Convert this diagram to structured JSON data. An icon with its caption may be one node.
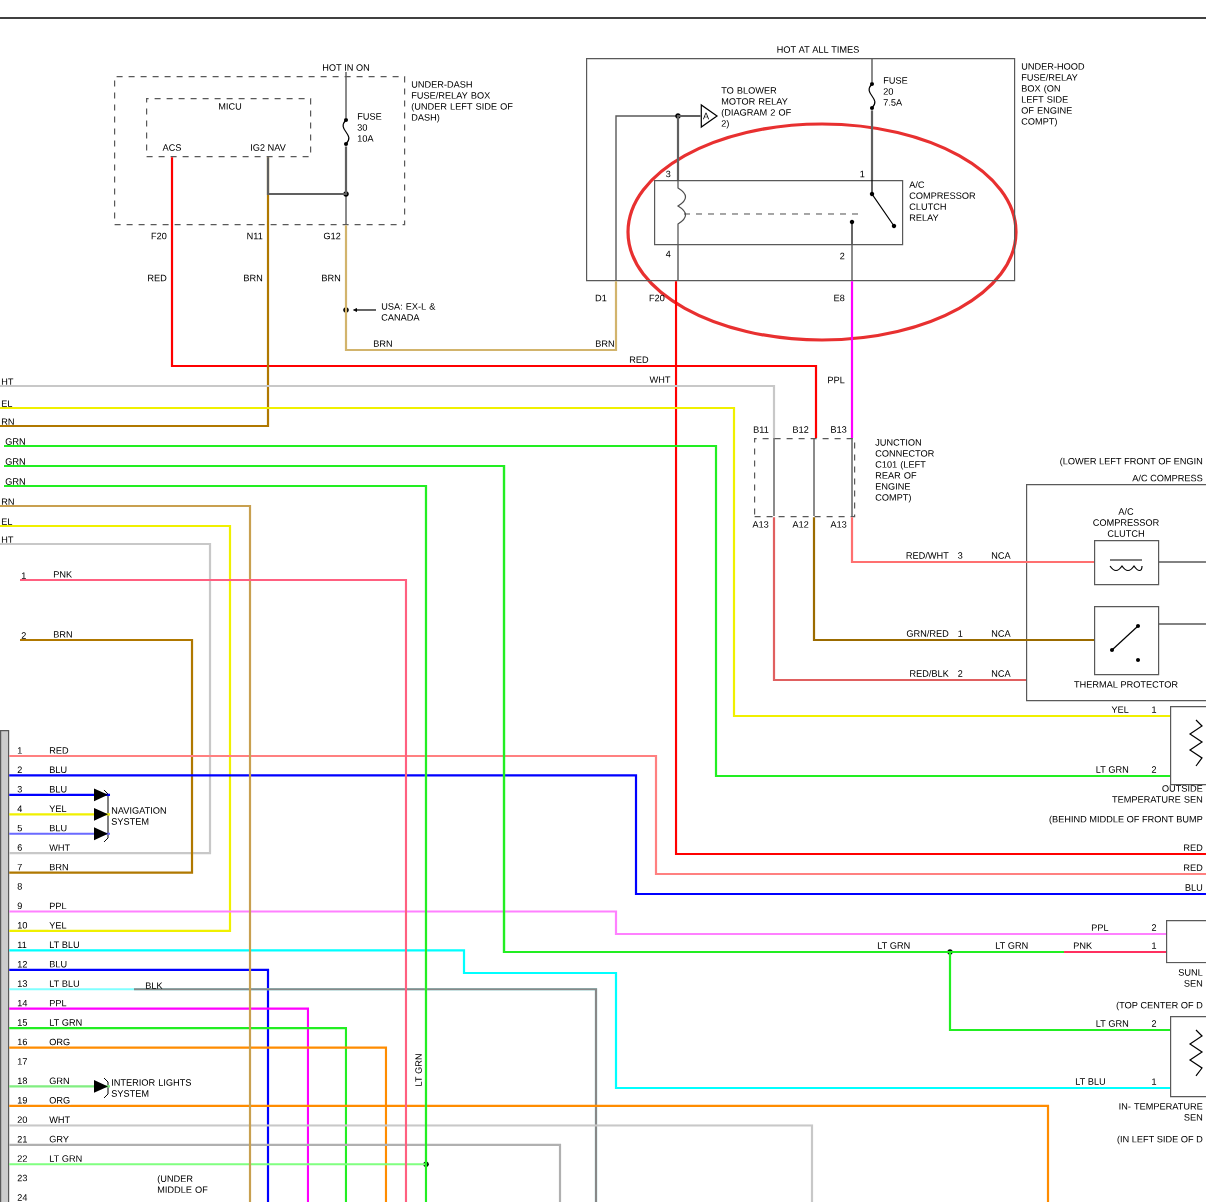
{
  "diagram": {
    "nodes": [
      {
        "text": [
          "UNDER-DASH FUSE/RELAY BOX (UNDER LEFT SIDE OF DASH)"
        ]
      },
      {
        "text": [
          "MICU"
        ],
        "in": 0
      },
      {
        "text": [
          "FUSE 30 10A"
        ],
        "in": 0
      },
      {
        "text": [
          "UNDER-HOOD FUSE/RELAY BOX (ON LEFT SIDE OF ENGINE COMPT)"
        ]
      },
      {
        "text": [
          "FUSE 20 7.5A"
        ],
        "in": 3
      },
      {
        "text": [
          "A/C COMPRESSOR CLUTCH RELAY"
        ],
        "beside": [
          "3",
          "1",
          "4",
          "2"
        ],
        "in": 3
      },
      {
        "text": [
          "A"
        ],
        "beside": [
          "TO BLOWER MOTOR RELAY (DIAGRAM 2 OF 2)"
        ],
        "in": 3
      },
      {
        "text": [
          "JUNCTION CONNECTOR C101 (LEFT REAR OF ENGINE COMPT)"
        ]
      },
      {
        "text": [
          "(LOWER LEFT FRONT OF ENGIN",
          "A/C COMPRESS"
        ]
      },
      {
        "text": [
          "A/C COMPRESSOR CLUTCH"
        ],
        "in": 8
      },
      {
        "text": [
          "THERMAL PROTECTOR"
        ],
        "in": 8
      },
      {
        "text": [
          "OUTSIDE TEMPERATURE SEN",
          "(BEHIND MIDDLE OF FRONT BUMP"
        ]
      },
      {
        "text": [
          "SUNL SEN",
          "(TOP CENTER OF D"
        ]
      },
      {
        "text": [
          "IN- TEMPERATURE SEN",
          "(IN LEFT SIDE OF D"
        ]
      },
      {
        "text": [
          "NAVIGATION SYSTEM"
        ]
      },
      {
        "text": [
          "INTERIOR LIGHTS SYSTEM"
        ]
      },
      {
        "text": [],
        "shape": "bar"
      },
      {
        "text": [
          "HT"
        ]
      },
      {
        "text": [
          "EL"
        ]
      },
      {
        "text": [
          "RN"
        ]
      },
      {
        "text": [
          "GRN"
        ]
      },
      {
        "text": [
          "GRN"
        ]
      },
      {
        "text": [
          "GRN"
        ]
      },
      {
        "text": [
          "RN"
        ]
      },
      {
        "text": [
          "EL"
        ]
      },
      {
        "text": [
          "HT"
        ]
      },
      {
        "text": [
          "1"
        ]
      },
      {
        "text": [
          "2"
        ]
      }
    ],
    "edges": [
      {
        "from": 1,
        "to": 7,
        "arrow": "none",
        "label": "RED",
        "color": "#ff0000"
      },
      {
        "from": 1,
        "to": 19,
        "arrow": "none",
        "label": "BRN",
        "color": "#b07800"
      },
      {
        "from": 0,
        "to": 3,
        "arrow": "none",
        "label": "BRN",
        "color": "#d2b46c"
      },
      {
        "from": 3,
        "to": null,
        "arrow": "none",
        "label": "RED",
        "color": "#ff0000"
      },
      {
        "from": 3,
        "to": 7,
        "arrow": "none",
        "label": "PPL",
        "color": "#ff00ff"
      },
      {
        "from": 17,
        "to": 7,
        "arrow": "none",
        "label": "WHT",
        "color": "#c8c8c8"
      },
      {
        "from": 7,
        "to": 8,
        "arrow": "none",
        "label": "RED/BLK",
        "color": "#e06060"
      },
      {
        "from": 7,
        "to": 10,
        "arrow": "none",
        "label": "GRN/RED",
        "color": "#9b6b00"
      },
      {
        "from": 7,
        "to": 9,
        "arrow": "none",
        "label": "RED/WHT",
        "color": "#ff7070"
      },
      {
        "from": 18,
        "to": 11,
        "arrow": "none",
        "label": "YEL",
        "color": "#f0f000"
      },
      {
        "from": 20,
        "to": 11,
        "arrow": "none",
        "label": "LT GRN",
        "color": "#22ee22"
      },
      {
        "from": 24,
        "to": 16,
        "arrow": "none",
        "label": "YEL",
        "color": "#f0f000"
      },
      {
        "from": 25,
        "to": 16,
        "arrow": "none",
        "label": "WHT",
        "color": "#c8c8c8"
      },
      {
        "from": 27,
        "to": 16,
        "arrow": "none",
        "label": "BRN",
        "color": "#b07800"
      },
      {
        "from": 16,
        "to": null,
        "arrow": "none",
        "label": "RED",
        "color": "#ff8080"
      },
      {
        "from": 16,
        "to": null,
        "arrow": "none",
        "label": "BLU",
        "color": "#0000ff"
      },
      {
        "from": 16,
        "to": 14,
        "arrow": "to",
        "label": "BLU",
        "color": "#0000ff"
      },
      {
        "from": 16,
        "to": 14,
        "arrow": "to",
        "label": "YEL",
        "color": "#f0f000"
      },
      {
        "from": 16,
        "to": 14,
        "arrow": "to",
        "label": "BLU",
        "color": "#6a6aff"
      },
      {
        "from": 16,
        "to": 12,
        "arrow": "none",
        "label": "PPL",
        "color": "#ff80ff"
      },
      {
        "from": 16,
        "to": 13,
        "arrow": "none",
        "label": "LT BLU",
        "color": "#00ffff"
      },
      {
        "from": 16,
        "to": null,
        "arrow": "none",
        "label": "BLU",
        "color": "#0000ff"
      },
      {
        "from": 16,
        "to": null,
        "arrow": "none",
        "label": "LT BLU",
        "color": "#80ffff"
      },
      {
        "from": 16,
        "to": null,
        "arrow": "none",
        "label": "PPL",
        "color": "#ff00ff"
      },
      {
        "from": 16,
        "to": null,
        "arrow": "none",
        "label": "LT GRN",
        "color": "#22ee22"
      },
      {
        "from": 16,
        "to": null,
        "arrow": "none",
        "label": "ORG",
        "color": "#ff8c00"
      },
      {
        "from": 16,
        "to": 15,
        "arrow": "to",
        "label": "GRN",
        "color": "#80ee80"
      },
      {
        "from": 16,
        "to": null,
        "arrow": "none",
        "label": "ORG",
        "color": "#ff8c00"
      },
      {
        "from": 16,
        "to": null,
        "arrow": "none",
        "label": "WHT",
        "color": "#c8c8c8"
      },
      {
        "from": 16,
        "to": null,
        "arrow": "none",
        "label": "GRY",
        "color": "#b0b0b0"
      },
      {
        "from": 16,
        "to": 22,
        "arrow": "none",
        "label": "LT GRN",
        "color": "#80ff80"
      },
      {
        "from": 21,
        "to": 12,
        "arrow": "none",
        "label": "PNK",
        "color": "#22ee22"
      },
      {
        "from": 21,
        "to": 13,
        "arrow": "none",
        "label": "LT GRN",
        "color": "#22ee22"
      },
      {
        "from": 22,
        "to": null,
        "arrow": "none",
        "color": "#22ee22"
      },
      {
        "from": 23,
        "to": null,
        "arrow": "none",
        "color": "#c8a050"
      },
      {
        "from": 26,
        "to": null,
        "arrow": "none",
        "label": "PNK",
        "color": "#ff6080"
      },
      {
        "from": 6,
        "to": 5,
        "arrow": "none",
        "color": "#606060"
      },
      {
        "from": 4,
        "to": 5,
        "arrow": "none",
        "color": "#606060"
      },
      {
        "from": 1,
        "to": 2,
        "arrow": "none",
        "color": "#606060"
      }
    ],
    "labels": [
      "HOT AT ALL TIMES",
      "HOT IN ON",
      "ACS",
      "IG2 NAV",
      "F20",
      "N11",
      "G12",
      "USA: EX-L & CANADA",
      "D1",
      "F20",
      "E8",
      "BRN",
      "BRN",
      "RED",
      "B11",
      "B12",
      "B13",
      "A13",
      "A12",
      "A13",
      "3",
      "NCA",
      "BRN",
      "1",
      "NCA",
      "2",
      "NCA",
      "1",
      "2",
      "1",
      "RED",
      "2",
      "BLU",
      "3",
      "4",
      "5",
      "6",
      "7",
      "8",
      "9",
      "10",
      "PPL",
      "2",
      "11",
      "LT GRN",
      "LT GRN",
      "1",
      "12",
      "13",
      "BLK",
      "14",
      "15",
      "2",
      "16",
      "17",
      "LT GRN",
      "18",
      "LT BLU",
      "1",
      "19",
      "20",
      "21",
      "22",
      "23",
      "(UNDER MIDDLE OF",
      "24"
    ]
  }
}
